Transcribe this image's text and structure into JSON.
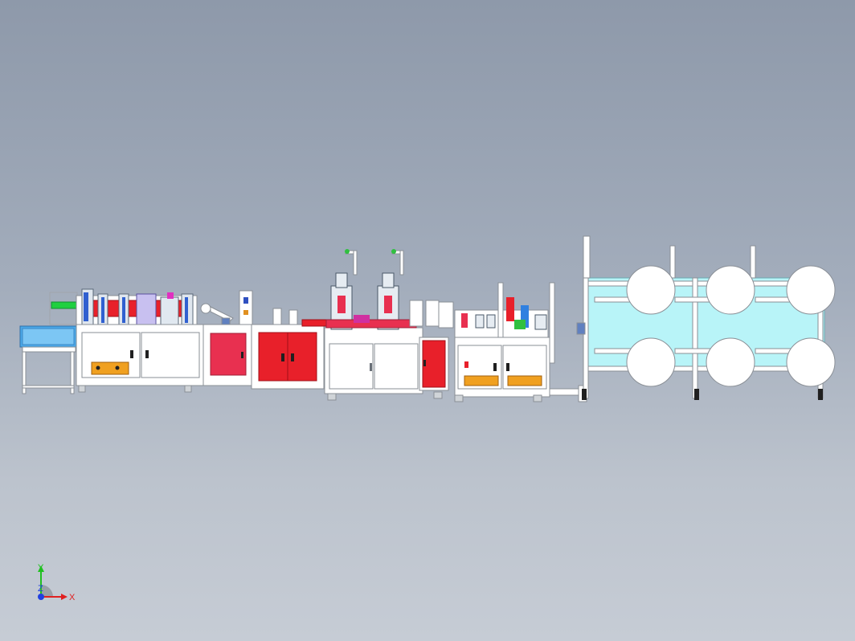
{
  "scene": {
    "type": "cad-viewport",
    "background_top": "#8e99aa",
    "background_bottom": "#c6ccd5",
    "subject": "mask-production-line-assembly"
  },
  "triad": {
    "x_label": "X",
    "y_label": "Y",
    "z_label": "Z",
    "x_color": "#e02020",
    "y_color": "#20c020",
    "z_color": "#2040e0"
  },
  "colors": {
    "frame": "#ffffff",
    "frame_edge": "#8a8f96",
    "red_panel": "#e8202a",
    "pink_panel": "#e83050",
    "orange_panel": "#f0a020",
    "cyan_frame": "#b8f4f8",
    "blue_tray": "#4aa8e8"
  }
}
